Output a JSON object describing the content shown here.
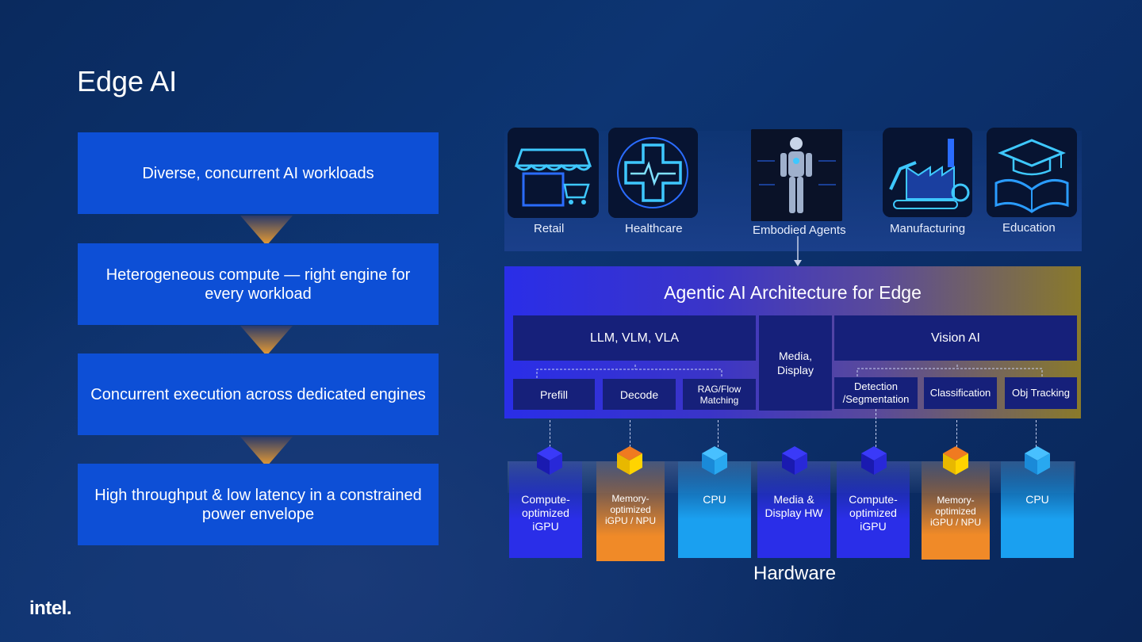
{
  "slide": {
    "title": "Edge AI"
  },
  "flow": [
    "Diverse, concurrent AI workloads",
    "Heterogeneous compute — right engine for every workload",
    "Concurrent execution across dedicated engines",
    "High throughput & low latency in a constrained power envelope"
  ],
  "use_cases": [
    "Retail",
    "Healthcare",
    "Embodied Agents",
    "Manufacturing",
    "Education"
  ],
  "architecture": {
    "title": "Agentic AI Architecture for Edge",
    "llm_group": "LLM, VLM, VLA",
    "llm_items": [
      "Prefill",
      "Decode",
      "RAG/Flow\nMatching"
    ],
    "media": "Media,\nDisplay",
    "vision_group": "Vision AI",
    "vision_items": [
      "Detection\n/Segmentation",
      "Classification",
      "Obj Tracking"
    ]
  },
  "hardware": {
    "title": "Hardware",
    "items": [
      {
        "label": "Compute-\noptimized\niGPU",
        "kind": "gpu"
      },
      {
        "label": "Memory-\noptimized\niGPU / NPU",
        "kind": "npu"
      },
      {
        "label": "CPU",
        "kind": "cpu"
      },
      {
        "label": "Media &\nDisplay HW",
        "kind": "gpu"
      },
      {
        "label": "Compute-\noptimized\niGPU",
        "kind": "gpu"
      },
      {
        "label": "Memory-\noptimized\niGPU / NPU",
        "kind": "npu"
      },
      {
        "label": "CPU",
        "kind": "cpu"
      }
    ]
  },
  "colors": {
    "flow_box": "#0d4fd6",
    "gpu": "#2a2ee8",
    "npu": "#f08a28",
    "cpu": "#1aa0f0"
  },
  "logo": {
    "text": "intel."
  }
}
